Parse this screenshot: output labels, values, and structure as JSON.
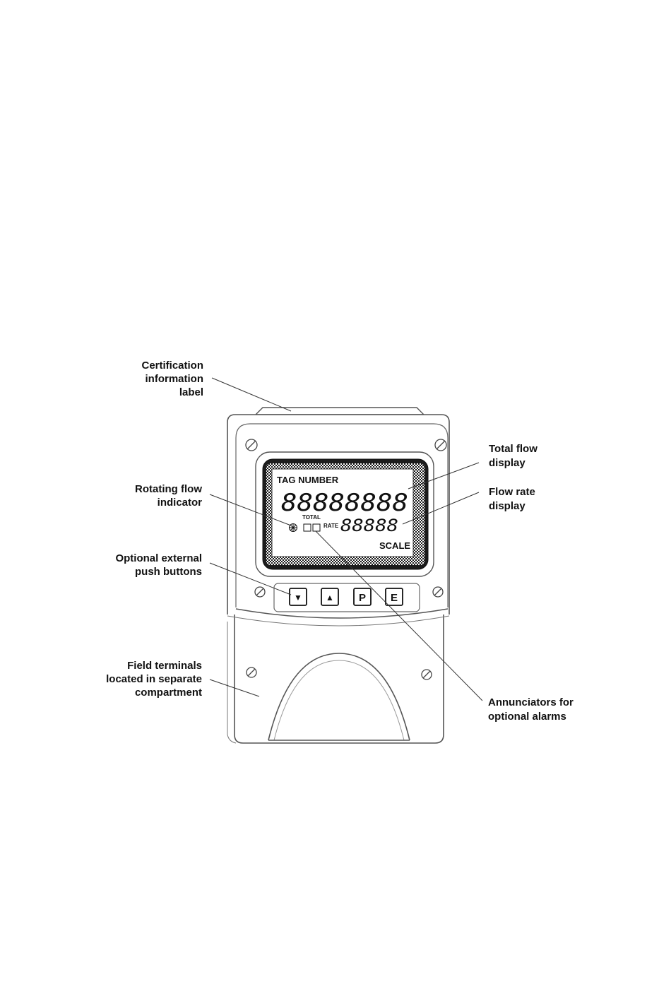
{
  "callouts": {
    "certification": [
      "Certification",
      "information",
      "label"
    ],
    "rotating": [
      "Rotating flow",
      "indicator"
    ],
    "pushbuttons": [
      "Optional external",
      "push buttons"
    ],
    "terminals": [
      "Field terminals",
      "located in separate",
      "compartment"
    ],
    "total_flow": [
      "Total flow",
      "display"
    ],
    "flow_rate": [
      "Flow rate",
      "display"
    ],
    "annunciators": [
      "Annunciators for",
      "optional alarms"
    ]
  },
  "lcd": {
    "tag": "TAG NUMBER",
    "total_digits": "88888888",
    "total_label": "TOTAL",
    "rate_label": "RATE",
    "rate_digits": "88888",
    "scale": "SCALE"
  },
  "buttons": {
    "down": "▼",
    "up": "▲",
    "p": "P",
    "e": "E"
  }
}
